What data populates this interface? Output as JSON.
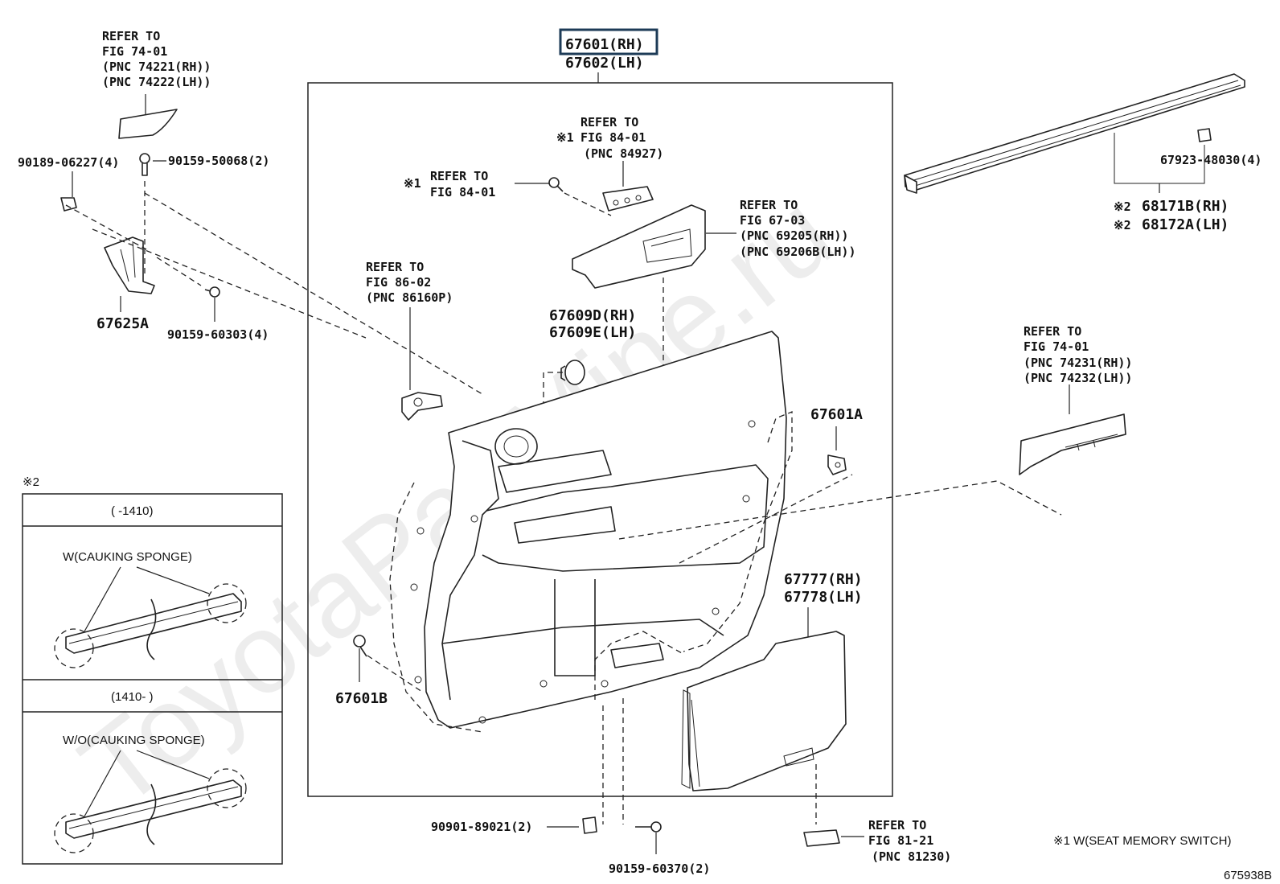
{
  "watermark": "ToyotaPartMine.ru",
  "diagram_id": "675938B",
  "main_part": {
    "rh": "67601(RH)",
    "lh": "67602(LH)"
  },
  "labels": {
    "ref_74_01_top": [
      "REFER TO",
      "FIG 74-01",
      "(PNC 74221(RH))",
      "(PNC 74222(LH))"
    ],
    "ref_84_01_top": [
      "REFER TO",
      "FIG 84-01",
      "(PNC 84927)"
    ],
    "ref_84_01_top_mark": "※1",
    "ref_84_01_bolt": [
      "REFER TO",
      "FIG 84-01"
    ],
    "ref_84_01_bolt_mark": "※1",
    "ref_67_03": [
      "REFER TO",
      "FIG 67-03",
      "(PNC 69205(RH))",
      "(PNC 69206B(LH))"
    ],
    "ref_86_02": [
      "REFER TO",
      "FIG 86-02",
      "(PNC 86160P)"
    ],
    "ref_74_01_right": [
      "REFER TO",
      "FIG 74-01",
      "(PNC 74231(RH))",
      "(PNC 74232(LH))"
    ],
    "ref_81_21": [
      "REFER TO",
      "FIG 81-21",
      "(PNC 81230)"
    ],
    "p_90189": "90189-06227(4)",
    "p_90159_50068": "90159-50068(2)",
    "p_67625A": "67625A",
    "p_90159_60303": "90159-60303(4)",
    "p_67923": "67923-48030(4)",
    "p_68171B": "68171B(RH)",
    "p_68172A": "68172A(LH)",
    "mark_2": "※2",
    "p_67609D": "67609D(RH)",
    "p_67609E": "67609E(LH)",
    "p_67601A": "67601A",
    "p_67601B": "67601B",
    "p_67777": "67777(RH)",
    "p_67778": "67778(LH)",
    "p_90901": "90901-89021(2)",
    "p_90159_60370": "90159-60370(2)",
    "note_1": "※1 W(SEAT MEMORY SWITCH)"
  },
  "inset": {
    "mark": "※2",
    "row1_header": "(     -1410)",
    "row1_label": "W(CAUKING SPONGE)",
    "row2_header": "(1410-     )",
    "row2_label": "W/O(CAUKING SPONGE)"
  }
}
